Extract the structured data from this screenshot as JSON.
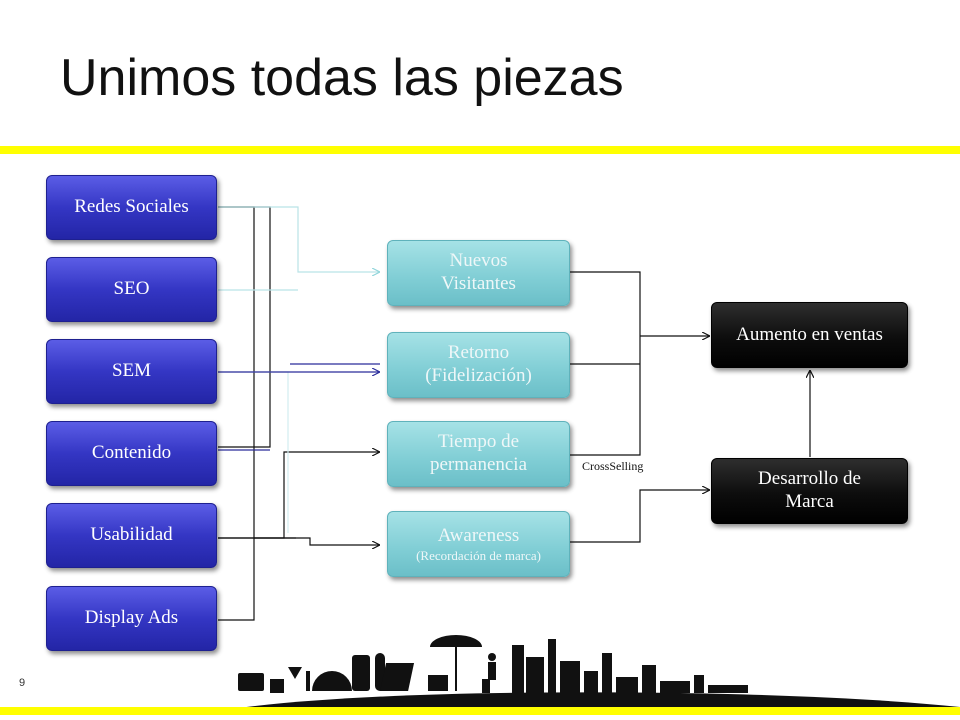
{
  "slide": {
    "title": "Unimos todas las piezas",
    "page_number": "9"
  },
  "sources": [
    {
      "id": "redes-sociales",
      "label": "Redes Sociales"
    },
    {
      "id": "seo",
      "label": "SEO"
    },
    {
      "id": "sem",
      "label": "SEM"
    },
    {
      "id": "contenido",
      "label": "Contenido"
    },
    {
      "id": "usabilidad",
      "label": "Usabilidad"
    },
    {
      "id": "display-ads",
      "label": "Display Ads"
    }
  ],
  "metrics": [
    {
      "id": "nuevos-visitantes",
      "label": "Nuevos Visitantes"
    },
    {
      "id": "retorno",
      "line1": "Retorno",
      "line2": "(Fidelización)"
    },
    {
      "id": "tiempo",
      "label": "Tiempo de permanencia"
    },
    {
      "id": "awareness",
      "line1": "Awareness",
      "line2": "(Recordación de marca)"
    }
  ],
  "outcomes": [
    {
      "id": "aumento-ventas",
      "label": "Aumento en ventas"
    },
    {
      "id": "desarrollo-marca",
      "label": "Desarrollo de Marca"
    }
  ],
  "annotations": {
    "crossselling": "CrossSelling"
  },
  "colors": {
    "accent_yellow": "#ffff00",
    "source_blue": "#3436c4",
    "metric_teal": "#82cfd6",
    "outcome_black": "#0d0d0d"
  }
}
